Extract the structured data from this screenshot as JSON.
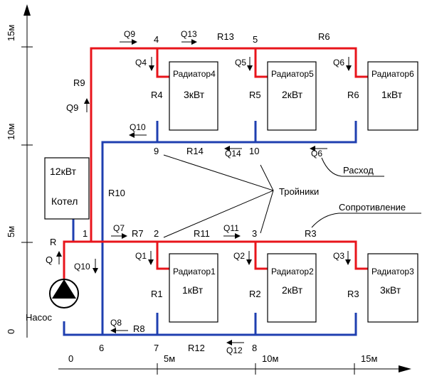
{
  "colors": {
    "supply": "#e8141b",
    "return": "#1f3fb0",
    "ink": "#000000"
  },
  "axis": {
    "y_ticks": [
      "15м",
      "10м",
      "5м",
      "0"
    ],
    "x_ticks": [
      "0",
      "5м",
      "10м",
      "15м"
    ]
  },
  "boiler": {
    "power": "12кВт",
    "name": "Котел"
  },
  "pump": {
    "label": "Насос"
  },
  "radiators": [
    {
      "name": "Радиатор4",
      "power": "3кВт"
    },
    {
      "name": "Радиатор5",
      "power": "2кВт"
    },
    {
      "name": "Радиатор6",
      "power": "1кВт"
    },
    {
      "name": "Радиатор1",
      "power": "1кВт"
    },
    {
      "name": "Радиатор2",
      "power": "2кВт"
    },
    {
      "name": "Радиатор3",
      "power": "3кВт"
    }
  ],
  "nodes": [
    "1",
    "2",
    "3",
    "4",
    "5",
    "6",
    "7",
    "8",
    "9",
    "10"
  ],
  "resistances": {
    "R": "R",
    "R1": "R1",
    "R2": "R2",
    "R3": "R3",
    "R3b": "R3",
    "R4": "R4",
    "R5": "R5",
    "R6": "R6",
    "R6b": "R6",
    "R7": "R7",
    "R8": "R8",
    "R9": "R9",
    "R10": "R10",
    "R11": "R11",
    "R12": "R12",
    "R13": "R13",
    "R14": "R14"
  },
  "flows": {
    "Q": "Q",
    "Q1": "Q1",
    "Q2": "Q2",
    "Q3": "Q3",
    "Q4": "Q4",
    "Q5": "Q5",
    "Q6": "Q6",
    "Q6b": "Q6",
    "Q7": "Q7",
    "Q8": "Q8",
    "Q9": "Q9",
    "Q9b": "Q9",
    "Q10": "Q10",
    "Q10b": "Q10",
    "Q11": "Q11",
    "Q12": "Q12",
    "Q13": "Q13",
    "Q14": "Q14"
  },
  "annotations": {
    "flow": "Расход",
    "tees": "Тройники",
    "resistance": "Сопротивление"
  }
}
